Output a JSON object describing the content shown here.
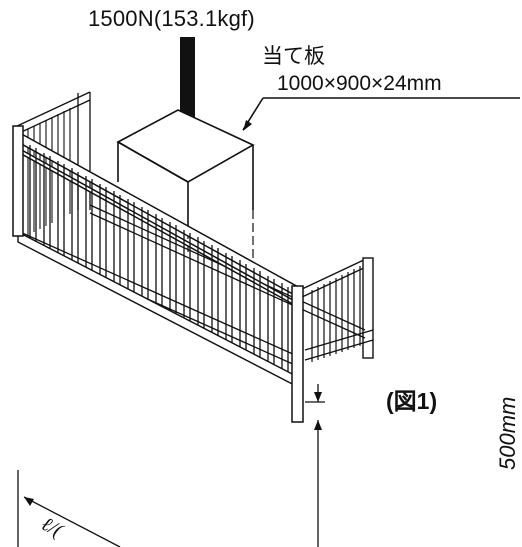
{
  "load_label": "1500N(153.1kgf)",
  "plate": {
    "name": "当て板",
    "size": "1000×900×24mm"
  },
  "figure_label": "(図1)",
  "height_dim": "500mm",
  "partial_text": "ℓ/("
}
